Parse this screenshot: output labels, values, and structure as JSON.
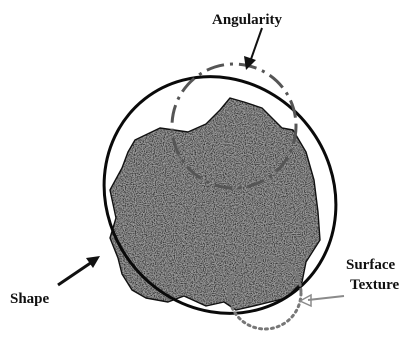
{
  "labels": {
    "angularity": "Angularity",
    "shape": "Shape",
    "surface": "Surface",
    "texture": "Texture"
  },
  "colors": {
    "outline": "#0a0a0a",
    "particle_fill": "#9a9a9a",
    "angularity_circle": "#555555",
    "texture_circle": "#777777",
    "arrow": "#111111",
    "texture_arrow": "#8a8a8a"
  }
}
